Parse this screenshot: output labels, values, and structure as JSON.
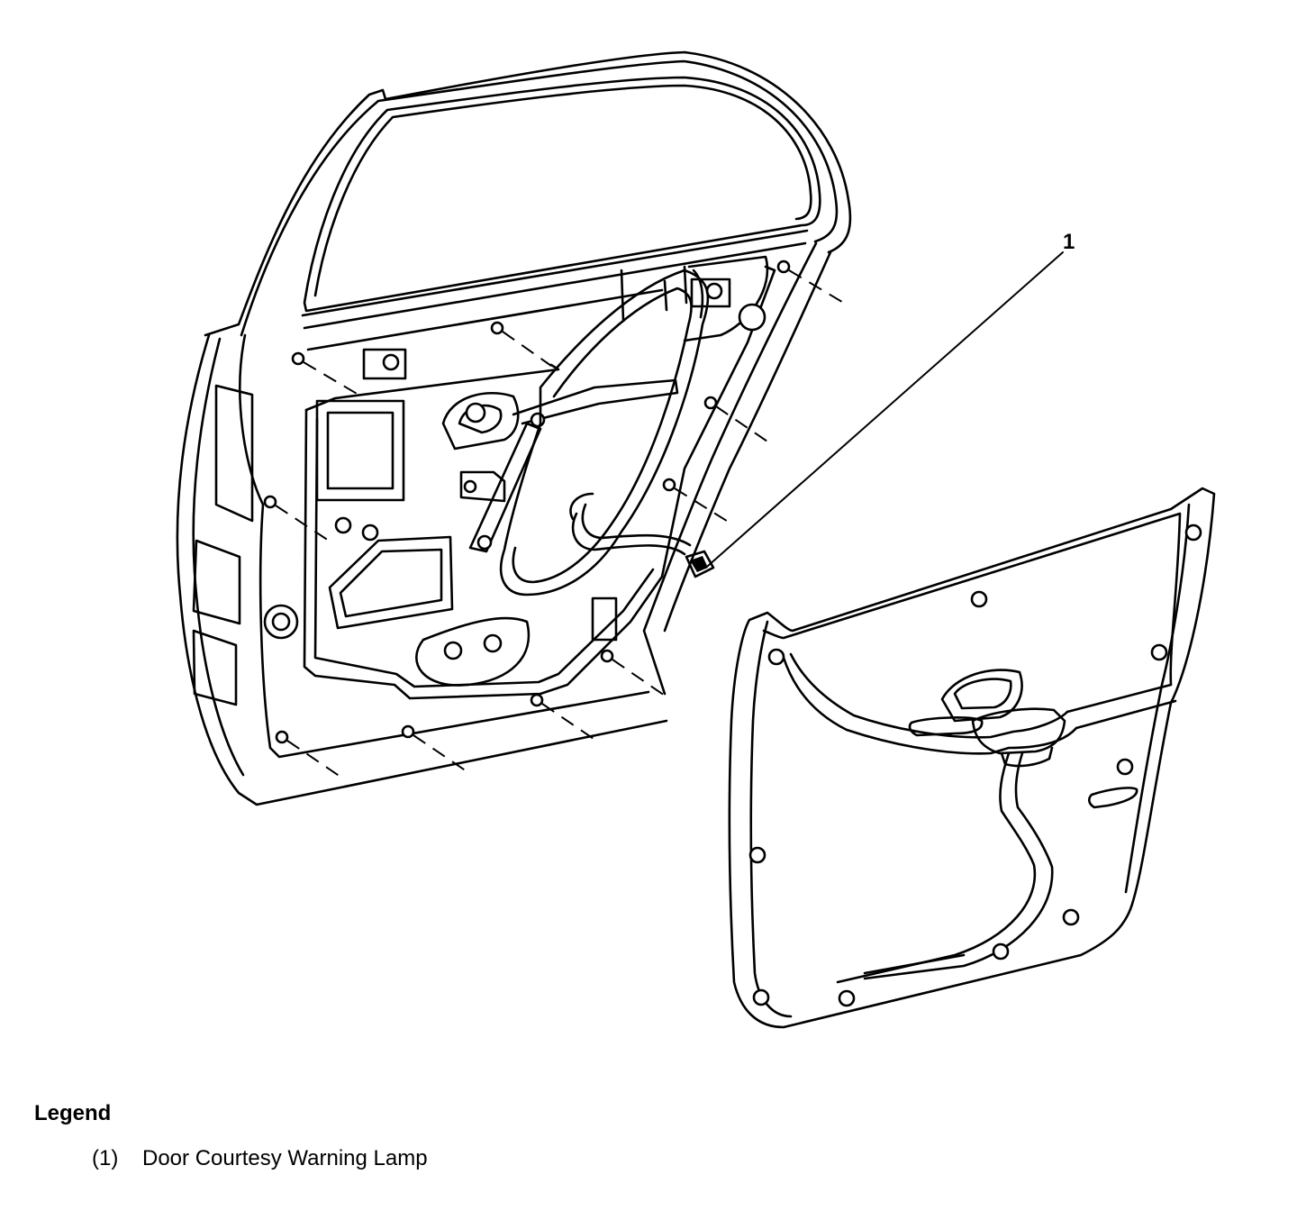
{
  "callouts": [
    {
      "number": "1"
    }
  ],
  "legend": {
    "title": "Legend",
    "items": [
      {
        "number": "(1)",
        "label": "Door Courtesy Warning Lamp"
      }
    ]
  }
}
